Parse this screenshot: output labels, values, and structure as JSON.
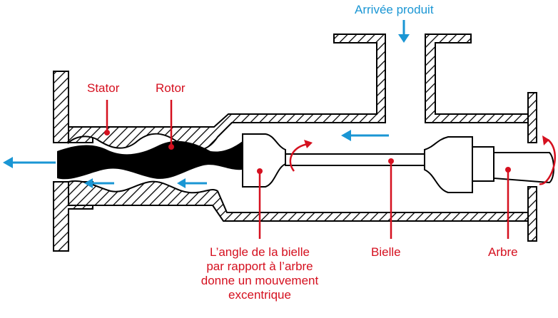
{
  "labels": {
    "inlet": "Arrivée produit",
    "stator": "Stator",
    "rotor": "Rotor",
    "angle_line1": "L’angle de la bielle",
    "angle_line2": "par rapport à l’arbre",
    "angle_line3": "donne un mouvement",
    "angle_line4": "excentrique",
    "bielle": "Bielle",
    "arbre": "Arbre"
  },
  "colors": {
    "label_red": "#d5101f",
    "flow_blue": "#1a96d4",
    "outline": "#000000"
  },
  "icons": {
    "flow": "arrow-left-icon",
    "inlet": "arrow-down-icon",
    "rotation": "curved-arrow-icon"
  }
}
